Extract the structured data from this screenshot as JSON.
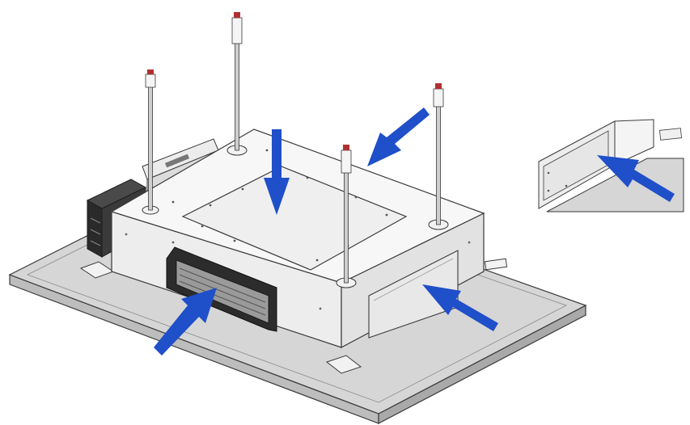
{
  "figure": {
    "kind": "assembly-diagram",
    "colors": {
      "arrow": "#1f4fc9",
      "line": "#3a3a3a",
      "base_plate": "#d4d4d4",
      "base_side": "#b9b9b9",
      "box_top": "#f4f4f4",
      "box_side": "#e9e9e9",
      "panel": "#2b2b2b",
      "rod_tip": "#b03030"
    },
    "rods": 4,
    "arrows": 5,
    "icons": [
      "arrow-icon"
    ]
  }
}
